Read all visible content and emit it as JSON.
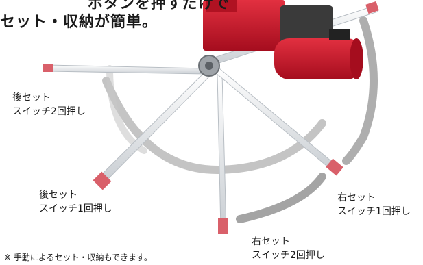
{
  "heading": {
    "line1": "ボタンを押すだけで",
    "line2": "セット・収納が簡単。"
  },
  "labels": {
    "back_twice": {
      "line1": "後セット",
      "line2": "スイッチ2回押し"
    },
    "back_once": {
      "line1": "後セット",
      "line2": "スイッチ1回押し"
    },
    "right_once": {
      "line1": "右セット",
      "line2": "スイッチ1回押し"
    },
    "right_twice": {
      "line1": "右セット",
      "line2": "スイッチ2回押し"
    }
  },
  "footnote": "※ 手動によるセット・収納もできます。",
  "colors": {
    "machine_red": "#c8152a",
    "arm_white": "#eef0f2",
    "arc_gray": "#9a9a9a"
  }
}
